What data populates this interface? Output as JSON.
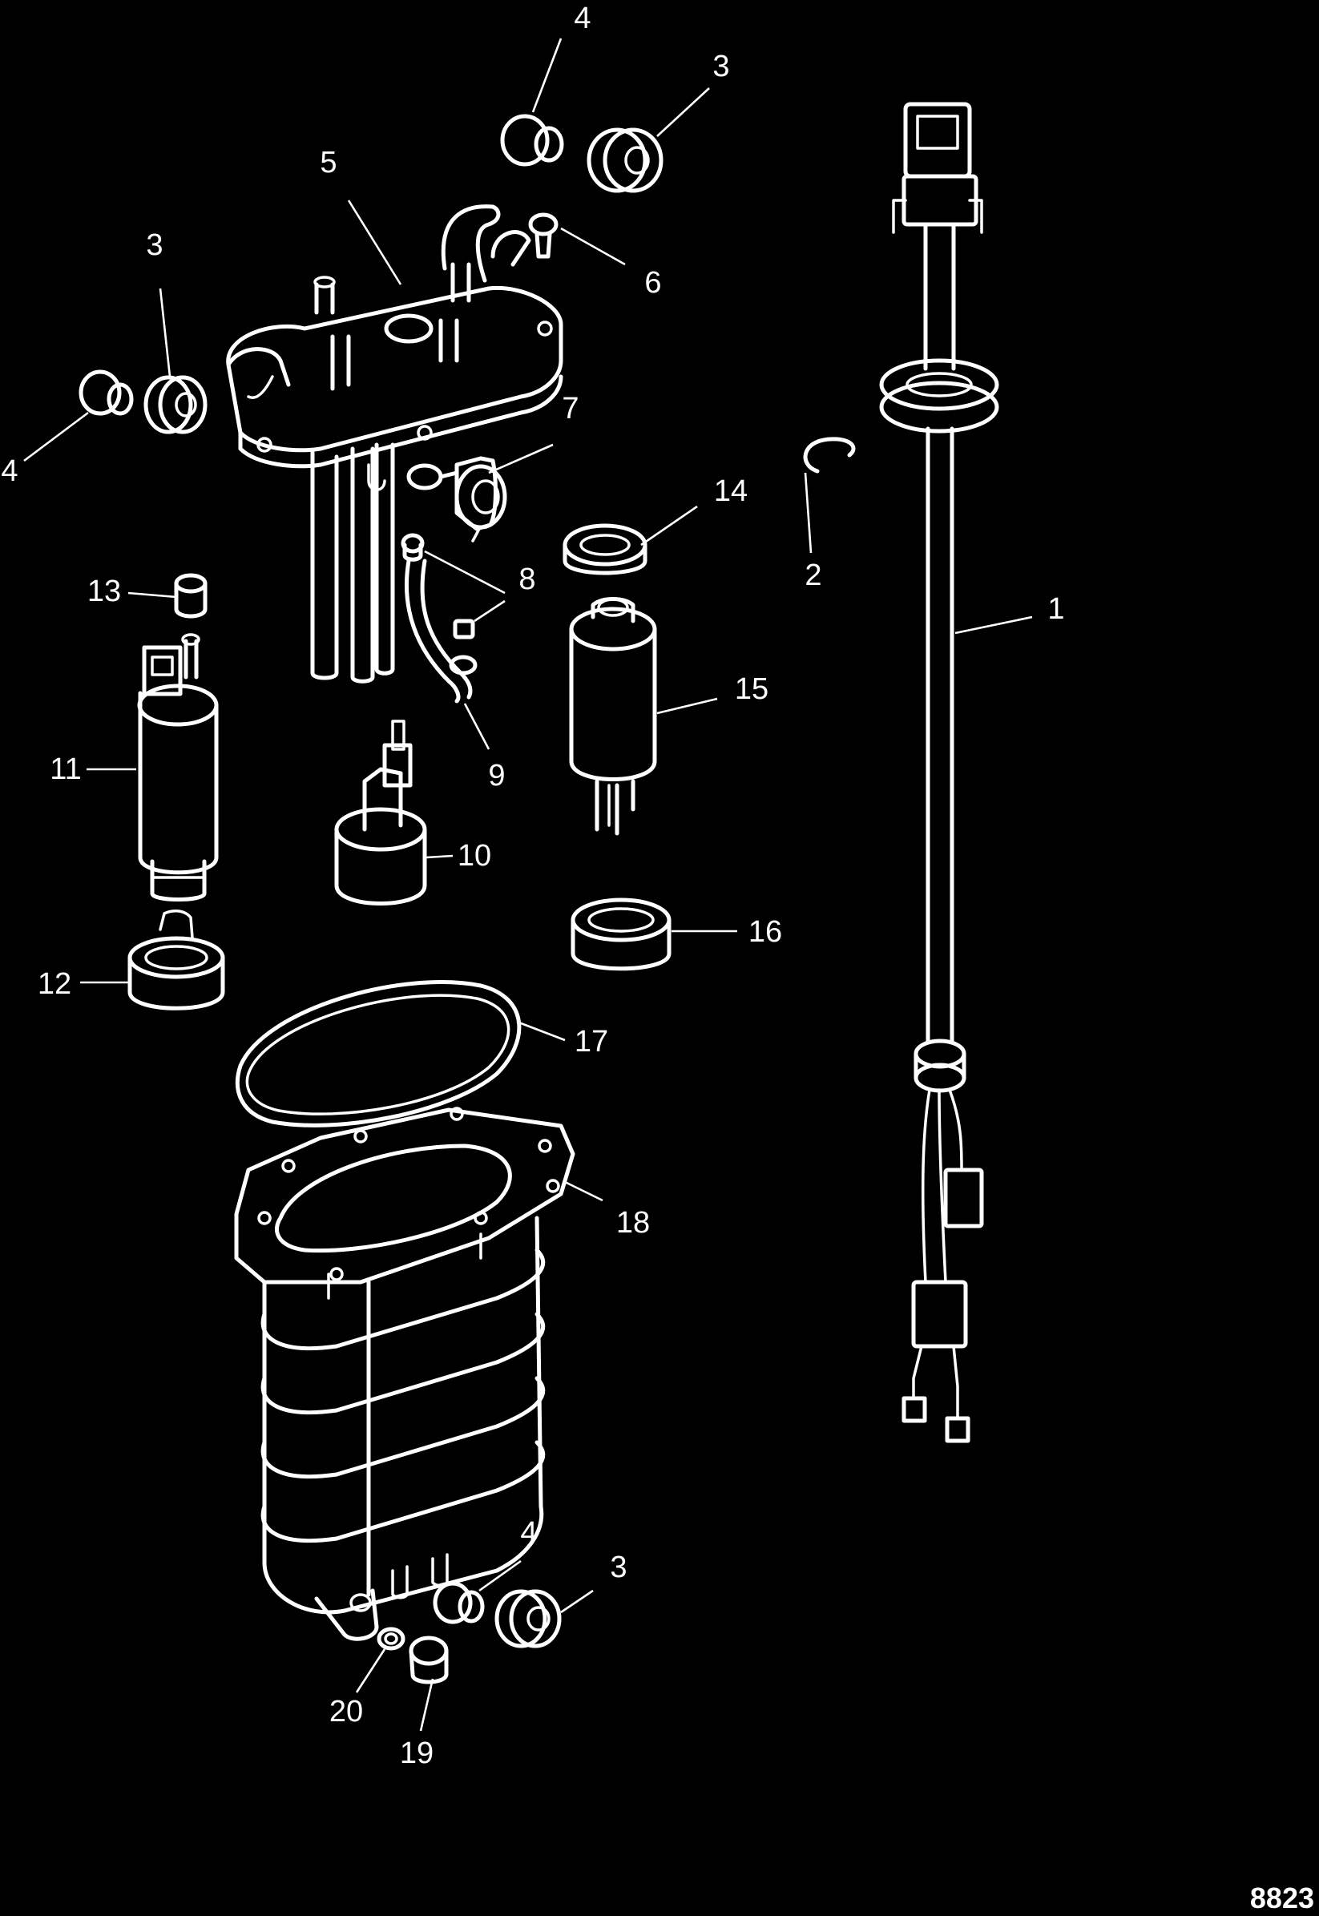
{
  "diagram": {
    "callouts": {
      "c1": "1",
      "c2": "2",
      "c3a": "3",
      "c3b": "3",
      "c3c": "3",
      "c4a": "4",
      "c4b": "4",
      "c4c": "4",
      "c5": "5",
      "c6": "6",
      "c7": "7",
      "c8": "8",
      "c9": "9",
      "c10": "10",
      "c11": "11",
      "c12": "12",
      "c13": "13",
      "c14": "14",
      "c15": "15",
      "c16": "16",
      "c17": "17",
      "c18": "18",
      "c19": "19",
      "c20": "20"
    },
    "figure_number": "8823"
  }
}
